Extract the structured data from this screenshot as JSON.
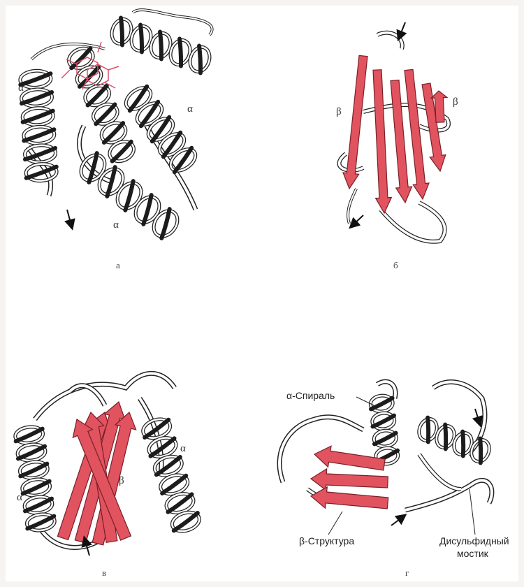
{
  "panels": {
    "a": {
      "letter": "а",
      "helix1": "α",
      "helix2": "α",
      "helix3": "α"
    },
    "b": {
      "letter": "б",
      "strand1": "β",
      "strand2": "β"
    },
    "c": {
      "letter": "в",
      "helix1": "α",
      "helix2": "α",
      "strand": "β"
    },
    "d": {
      "letter": "г",
      "helix_label": "α-Спираль",
      "strand_label": "β-Структура",
      "disulfide_line1": "Дисульфидный",
      "disulfide_line2": "мостик"
    }
  },
  "colors": {
    "strand_fill": "#e0535f",
    "strand_stroke": "#7a1f28",
    "helix_dark": "#1c1c1c",
    "heme": "#d9506a",
    "background": "#f6f4f2"
  }
}
